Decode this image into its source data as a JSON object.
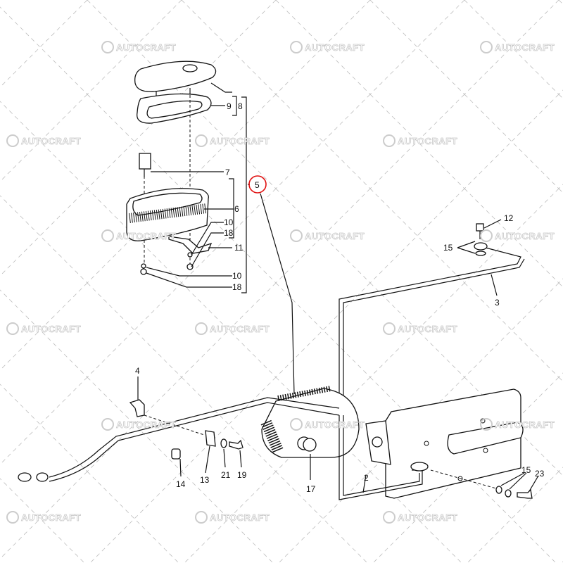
{
  "watermark": "AUTOCRAFT",
  "highlight_color": "#e01010",
  "callouts": {
    "c9": "9",
    "c8": "8",
    "c7": "7",
    "c6": "6",
    "c10a": "10",
    "c18a": "18",
    "c11": "11",
    "c10b": "10",
    "c18b": "18",
    "c5": "5",
    "c12": "12",
    "c15a": "15",
    "c3": "3",
    "c4": "4",
    "c14": "14",
    "c13": "13",
    "c21": "21",
    "c19": "19",
    "c17": "17",
    "c2": "2",
    "c15b": "15",
    "c23": "23"
  }
}
